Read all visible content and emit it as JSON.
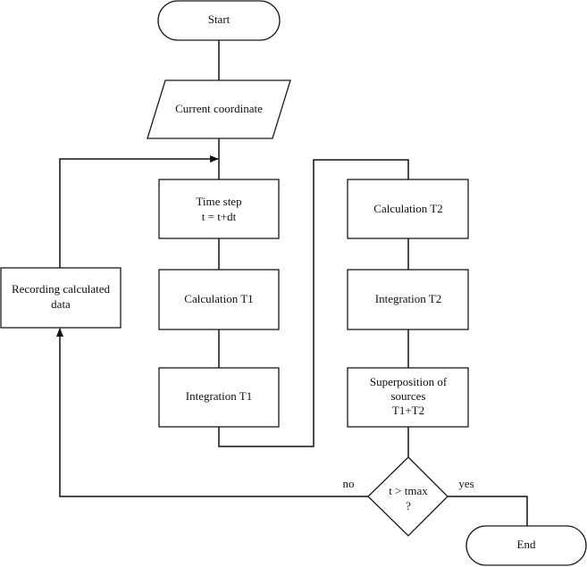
{
  "diagram": {
    "type": "flowchart",
    "nodes": {
      "start": {
        "label": [
          "Start"
        ]
      },
      "current_coordinate": {
        "label": [
          "Current coordinate"
        ]
      },
      "time_step": {
        "label": [
          "Time step",
          "t = t+dt"
        ]
      },
      "calculation_t1": {
        "label": [
          "Calculation  T1"
        ]
      },
      "integration_t1": {
        "label": [
          "Integration T1"
        ]
      },
      "calculation_t2": {
        "label": [
          "Calculation  T2"
        ]
      },
      "integration_t2": {
        "label": [
          "Integration T2"
        ]
      },
      "superposition": {
        "label": [
          "Superposition of",
          "sources",
          "T1+T2"
        ]
      },
      "decision": {
        "label": [
          "t  > tmax",
          "?"
        ]
      },
      "recording": {
        "label": [
          "Recording calculated",
          "data"
        ]
      },
      "end": {
        "label": [
          "End"
        ]
      }
    },
    "edge_labels": {
      "no": "no",
      "yes": "yes"
    },
    "edges": [
      [
        "start",
        "current_coordinate"
      ],
      [
        "current_coordinate",
        "time_step"
      ],
      [
        "time_step",
        "calculation_t1"
      ],
      [
        "calculation_t1",
        "integration_t1"
      ],
      [
        "integration_t1",
        "calculation_t2"
      ],
      [
        "calculation_t2",
        "integration_t2"
      ],
      [
        "integration_t2",
        "superposition"
      ],
      [
        "superposition",
        "decision"
      ],
      [
        "decision",
        "end",
        "yes"
      ],
      [
        "decision",
        "recording",
        "no"
      ],
      [
        "recording",
        "time_step"
      ]
    ]
  }
}
